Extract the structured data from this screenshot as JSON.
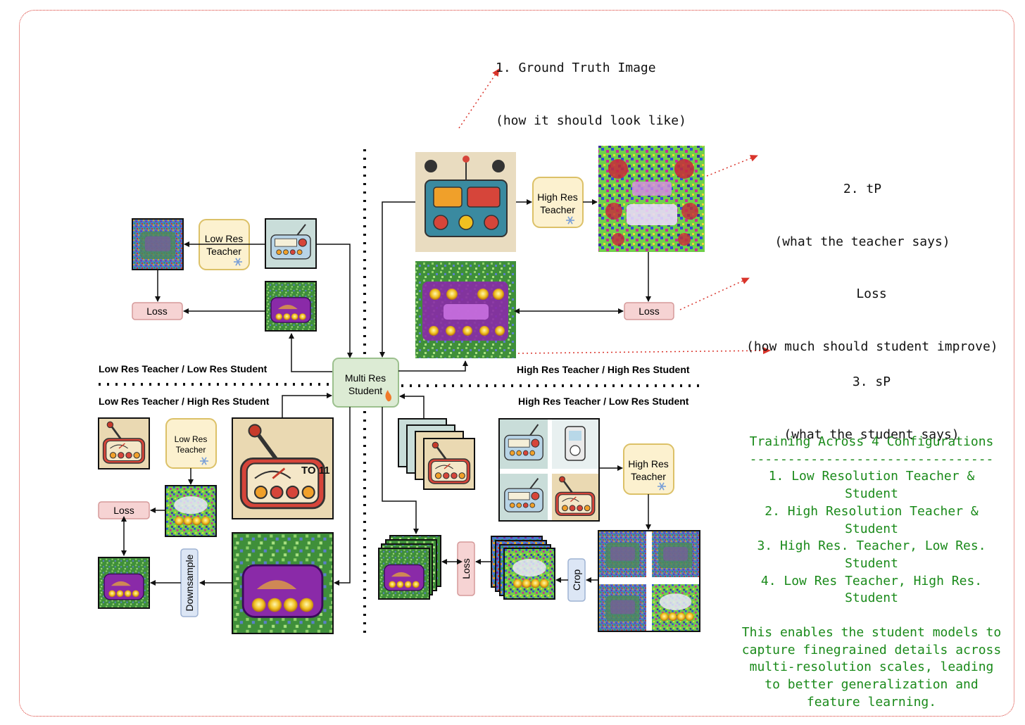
{
  "annotations": {
    "ground_truth": [
      "1. Ground Truth Image",
      "(how it should look like)"
    ],
    "tp": [
      "2. tP",
      "(what the teacher says)"
    ],
    "loss": [
      "Loss",
      "(how much should student improve)"
    ],
    "sp": [
      "3. sP",
      "(what the student says)"
    ]
  },
  "sections": {
    "ll": "Low Res Teacher / Low Res Student",
    "hh": "High Res Teacher / High Res Student",
    "lh": "Low Res Teacher / High Res Student",
    "hl": "High Res Teacher / Low Res Student"
  },
  "boxes": {
    "low_res_teacher": [
      "Low Res",
      "Teacher"
    ],
    "high_res_teacher": [
      "High Res",
      "Teacher"
    ],
    "multi_res_student": [
      "Multi Res",
      "Student"
    ],
    "loss": "Loss",
    "downsample": "Downsample",
    "crop": "Crop"
  },
  "radio_dial_text": "TO 11",
  "configurations": {
    "title": "Training Across 4 Configurations",
    "rule": "--------------------------------",
    "items": [
      [
        "1. Low Resolution Teacher &",
        "Student"
      ],
      [
        "2. High Resolution Teacher &",
        "Student"
      ],
      [
        "3. High Res. Teacher, Low Res.",
        "Student"
      ],
      [
        "4. Low Res Teacher, High Res.",
        "Student"
      ]
    ],
    "description": [
      "This enables the student models to",
      "capture finegrained details across",
      "multi-resolution scales, leading",
      "to better generalization and",
      "feature learning."
    ]
  },
  "colors": {
    "frame_border": "#d9342b",
    "teacher_box": "#fcf1cf",
    "teacher_border": "#dcc168",
    "student_box": "#dcebd4",
    "student_border": "#9cc08e",
    "loss_box": "#f6d3d3",
    "loss_border": "#d59a9a",
    "op_box": "#dce6f5",
    "op_border": "#9fb3d3",
    "config_text": "#1a8a1a",
    "annotation_arrow": "#d9342b"
  },
  "icons": {
    "frozen": "snowflake-icon",
    "trainable": "flame-icon"
  }
}
